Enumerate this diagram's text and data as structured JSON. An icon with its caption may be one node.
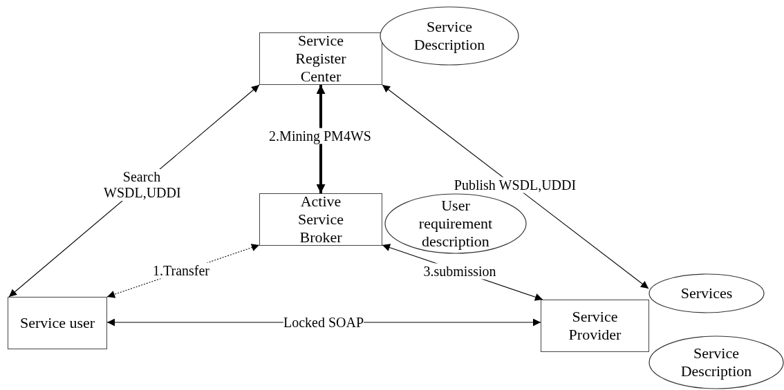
{
  "diagram": {
    "nodes": [
      {
        "text": [
          "Service Register Center"
        ]
      },
      {
        "text": [
          "Service Description"
        ]
      },
      {
        "text": [
          "Active Service Broker"
        ]
      },
      {
        "text": [
          "User requirement description"
        ]
      },
      {
        "text": [
          "Service user"
        ]
      },
      {
        "text": [
          "Service Provider"
        ]
      },
      {
        "text": [
          "Services"
        ]
      },
      {
        "text": [
          "Service Description"
        ]
      }
    ],
    "edges": [
      {
        "from": 4,
        "to": 0,
        "arrow": "both",
        "label": "Search WSDL,UDDI"
      },
      {
        "from": 0,
        "to": 2,
        "arrow": "both",
        "label": "2.Mining PM4WS",
        "style": "thick"
      },
      {
        "from": 0,
        "to": 6,
        "arrow": "both",
        "label": "Publish WSDL,UDDI"
      },
      {
        "from": 4,
        "to": 2,
        "arrow": "both",
        "label": "1.Transfer",
        "style": "dashed"
      },
      {
        "from": 2,
        "to": 5,
        "arrow": "both",
        "label": "3.submission"
      },
      {
        "from": 4,
        "to": 5,
        "arrow": "both",
        "label": "Locked SOAP"
      }
    ]
  }
}
